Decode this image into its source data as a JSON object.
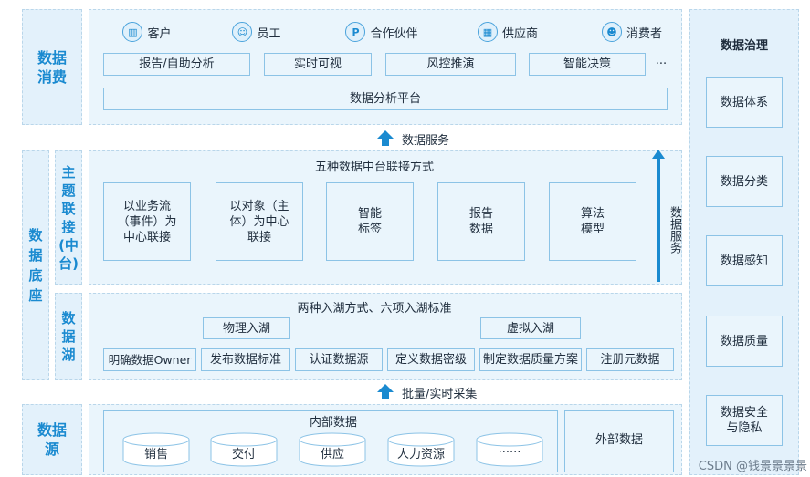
{
  "consumption": {
    "label": "数据\n消费",
    "users": [
      {
        "icon": "building-icon",
        "glyph": "▥",
        "label": "客户"
      },
      {
        "icon": "people-icon",
        "glyph": "☺",
        "label": "员工"
      },
      {
        "icon": "partner-p-icon",
        "glyph": "P",
        "label": "合作伙伴"
      },
      {
        "icon": "factory-icon",
        "glyph": "▦",
        "label": "供应商"
      },
      {
        "icon": "consumer-icon",
        "glyph": "☻",
        "label": "消费者"
      }
    ],
    "apps": [
      "报告/自助分析",
      "实时可视",
      "风控推演",
      "智能决策"
    ],
    "apps_more": "···",
    "platform": "数据分析平台"
  },
  "arrow_service_label": "数据服务",
  "base_label": "数据\n底座",
  "topic": {
    "label": "主题\n联接\n(中台)",
    "title": "五种数据中台联接方式",
    "boxes": [
      "以业务流\n（事件）为\n中心联接",
      "以对象（主\n体）为中心\n联接",
      "智能\n标签",
      "报告\n数据",
      "算法\n模型"
    ]
  },
  "vertical_service_label": "数据服务",
  "lake": {
    "label": "数据\n湖",
    "title": "两种入湖方式、六项入湖标准",
    "physical": "物理入湖",
    "virtual": "虚拟入湖",
    "standards": [
      "明确数据Owner",
      "发布数据标准",
      "认证数据源",
      "定义数据密级",
      "制定数据质量方案",
      "注册元数据"
    ]
  },
  "arrow_collect_label": "批量/实时采集",
  "source": {
    "label": "数据\n源",
    "internal_title": "内部数据",
    "internal": [
      "销售",
      "交付",
      "供应",
      "人力资源",
      "······"
    ],
    "external": "外部数据"
  },
  "governance": {
    "title": "数据治理",
    "items": [
      "数据体系",
      "数据分类",
      "数据感知",
      "数据质量",
      "数据安全\n与隐私"
    ]
  },
  "watermark": "CSDN @钱景景景景",
  "colors": {
    "accent": "#1a8ad0",
    "panel": "#e3f1fb",
    "border": "#8cc3e6"
  }
}
